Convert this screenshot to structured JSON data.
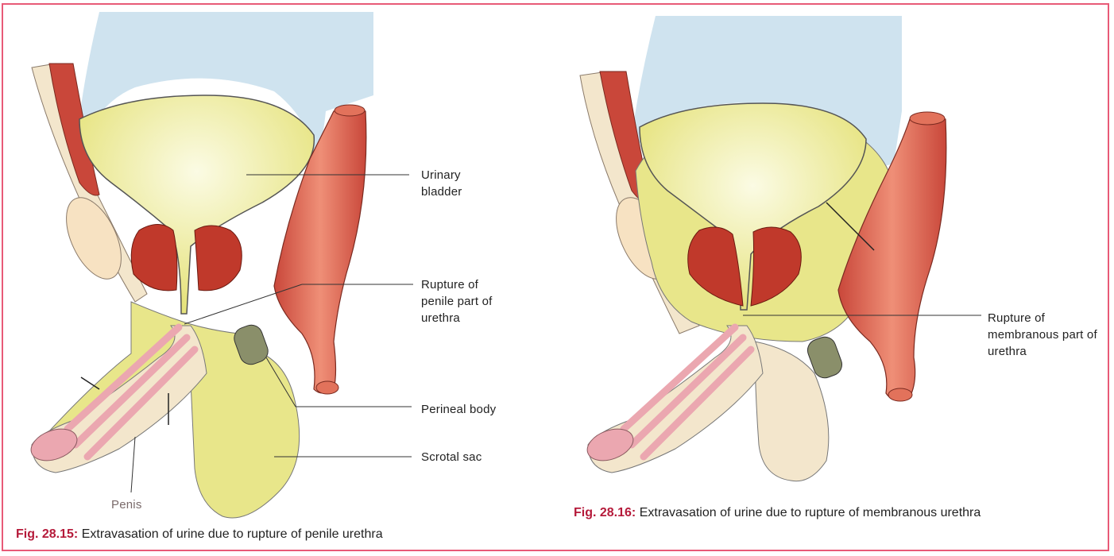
{
  "figure_left": {
    "labels": {
      "urinary_bladder": "Urinary bladder",
      "rupture": "Rupture of penile part of urethra",
      "perineal_body": "Perineal body",
      "scrotal_sac": "Scrotal sac",
      "penis": "Penis"
    },
    "caption": {
      "number": "Fig. 28.15:",
      "text": "Extravasation of urine due to rupture of penile urethra"
    }
  },
  "figure_right": {
    "labels": {
      "rupture": "Rupture of membranous part of urethra"
    },
    "caption": {
      "number": "Fig. 28.16:",
      "text": "Extravasation of urine due to rupture of membranous urethra"
    }
  },
  "colors": {
    "frame": "#e85a77",
    "urine_yellow": "#e8e68a",
    "pubis_beige": "#f3e6cc",
    "peritoneum_blue": "#cfe3ef",
    "vessel_red": "#e2725b",
    "prostate_red": "#c0392b",
    "urethra_pink": "#eba7b0",
    "caption_number": "#b51a3a"
  }
}
